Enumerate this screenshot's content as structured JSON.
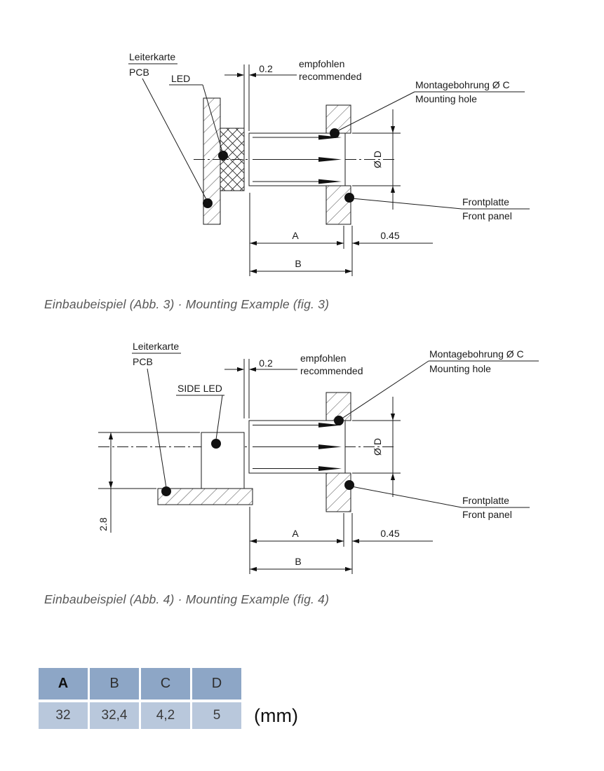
{
  "figures": [
    {
      "caption": "Einbaubeispiel (Abb. 3) · Mounting Example (fig. 3)",
      "labels": {
        "pcb_de": "Leiterkarte",
        "pcb_en": "PCB",
        "led": "LED",
        "gap": "0.2",
        "recommended_de": "empfohlen",
        "recommended_en": "recommended",
        "mounting_hole_de": "Montagebohrung Ø C",
        "mounting_hole_en": "Mounting hole",
        "hole_diameter": "Ø D",
        "front_panel_de": "Frontplatte",
        "front_panel_en": "Front panel",
        "dim_a": "A",
        "dim_b": "B",
        "panel_thickness": "0.45"
      }
    },
    {
      "caption": "Einbaubeispiel (Abb. 4) · Mounting Example (fig. 4)",
      "labels": {
        "pcb_de": "Leiterkarte",
        "pcb_en": "PCB",
        "side_led": "SIDE LED",
        "gap": "0.2",
        "recommended_de": "empfohlen",
        "recommended_en": "recommended",
        "mounting_hole_de": "Montagebohrung Ø C",
        "mounting_hole_en": "Mounting hole",
        "hole_diameter": "Ø D",
        "front_panel_de": "Frontplatte",
        "front_panel_en": "Front panel",
        "dim_a": "A",
        "dim_b": "B",
        "panel_thickness": "0.45",
        "led_axis_height": "2.8"
      }
    }
  ],
  "table": {
    "headers": [
      "A",
      "B",
      "C",
      "D"
    ],
    "values": [
      "32",
      "32,4",
      "4,2",
      "5"
    ],
    "unit": "(mm)",
    "colors": {
      "header_bg": "#8da6c6",
      "value_bg": "#b9c8dc"
    }
  }
}
